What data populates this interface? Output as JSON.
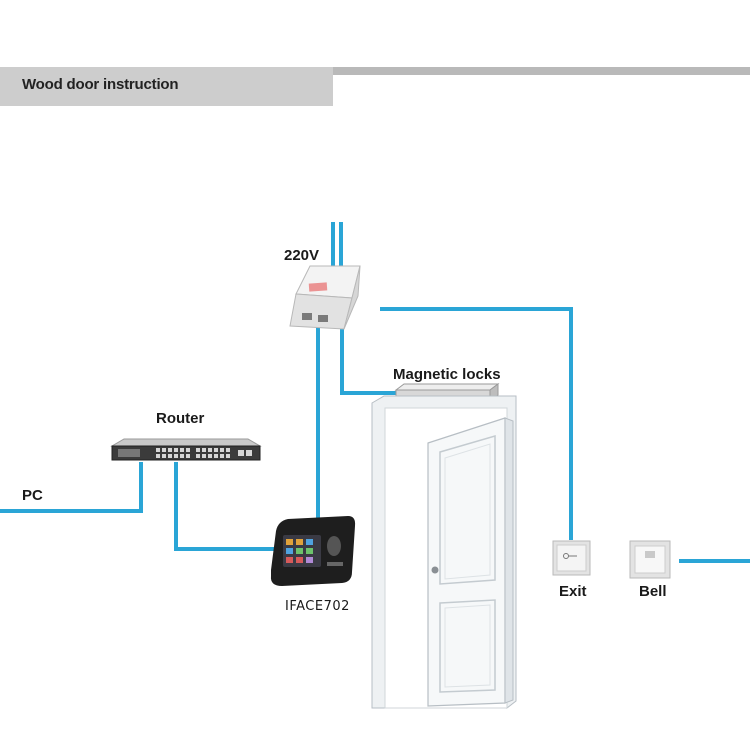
{
  "header": {
    "title": "Wood door instruction"
  },
  "labels": {
    "voltage": "220V",
    "router": "Router",
    "pc": "PC",
    "magnetic_locks": "Magnetic locks",
    "device": "IFACE702",
    "exit": "Exit",
    "bell": "Bell"
  },
  "colors": {
    "wire": "#2aa5d6",
    "header_bar": "#b9b9b9",
    "header_tab": "#cdcdcd"
  }
}
